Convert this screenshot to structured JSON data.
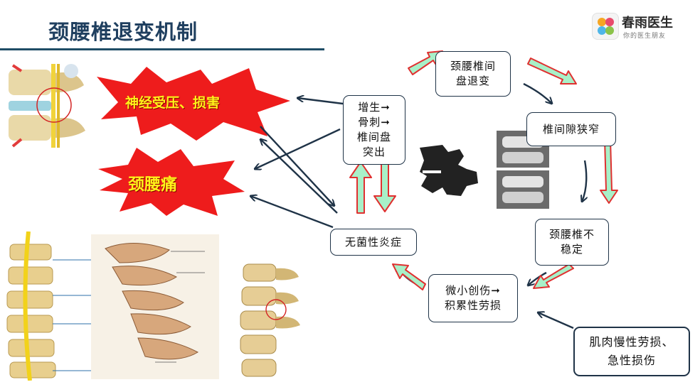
{
  "title": "颈腰椎退变机制",
  "logo": {
    "name": "春雨医生",
    "slogan": "你的医生朋友"
  },
  "bursts": {
    "nerve": "神经受压、损害",
    "pain": "颈腰痛"
  },
  "nodes": {
    "disc_degeneration": "颈腰椎间\n盘退变",
    "space_narrowing": "椎间隙狭窄",
    "instability": "颈腰椎不\n稳定",
    "micro_trauma": "微小创伤➞\n积累性劳损",
    "inflammation": "无菌性炎症",
    "hyperplasia": "增生➞\n骨刺➞\n椎间盘\n突出",
    "muscle_strain": "肌肉慢性劳损、\n急性损伤"
  },
  "colors": {
    "title": "#1f3f5f",
    "burst_fill": "#ee1c1c",
    "burst_text": "#fff21a",
    "arrow_fill": "#a8f0c8",
    "arrow_stroke": "#e03030",
    "line": "#1f3347"
  }
}
